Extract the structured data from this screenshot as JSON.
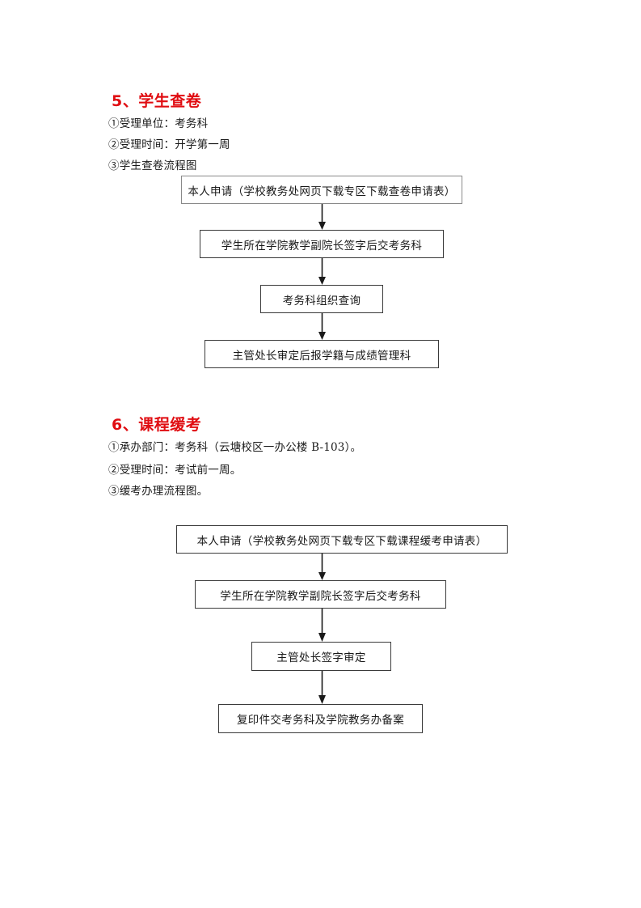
{
  "document": {
    "page_background": "#ffffff",
    "heading_color": "#e00d12",
    "text_color": "#1a1a1a",
    "box_border_color": "#3a3a3a"
  },
  "sections": [
    {
      "heading": "5、学生查卷",
      "lines": [
        "①受理单位：考务科",
        "②受理时间：开学第一周",
        "③学生查卷流程图"
      ],
      "flowchart": {
        "steps": [
          "本人申请（学校教务处网页下载专区下载查卷申请表）",
          "学生所在学院教学副院长签字后交考务科",
          "考务科组织查询",
          "主管处长审定后报学籍与成绩管理科"
        ],
        "arrow_count": 3
      }
    },
    {
      "heading": "6、课程缓考",
      "lines": [
        "①承办部门：考务科（云塘校区一办公楼 B-103）。",
        "②受理时间：考试前一周。",
        "③缓考办理流程图。"
      ],
      "flowchart": {
        "steps": [
          "本人申请（学校教务处网页下载专区下载课程缓考申请表）",
          "学生所在学院教学副院长签字后交考务科",
          "主管处长签字审定",
          "复印件交考务科及学院教务办备案"
        ],
        "arrow_count": 3
      }
    }
  ]
}
